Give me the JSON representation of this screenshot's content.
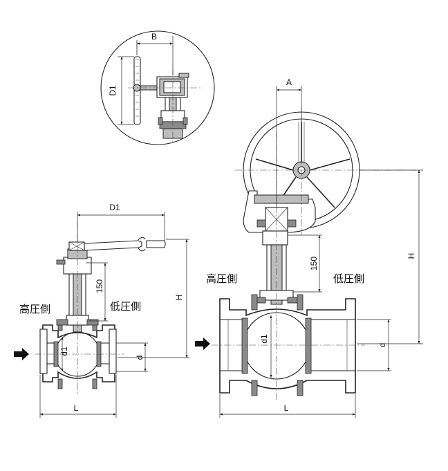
{
  "labels": {
    "B": "B",
    "D1_detail": "D1",
    "A": "A",
    "D1_left": "D1",
    "H_left": "H",
    "H_right": "H",
    "dim150_left": "150",
    "dim150_right": "150",
    "high_pressure_left": "高圧側",
    "low_pressure_left": "低圧側",
    "high_pressure_right": "高圧側",
    "low_pressure_right": "低圧側",
    "d1_left": "d1",
    "d_left": "d",
    "L_left": "L",
    "d1_right": "d1",
    "d_right": "d",
    "L_right": "L"
  },
  "colors": {
    "line": "#222222",
    "shade": "#bdbdbd",
    "dark_shade": "#8a8a8a",
    "background": "#ffffff"
  },
  "icons": {
    "flow_arrow": "right-arrow-icon"
  }
}
